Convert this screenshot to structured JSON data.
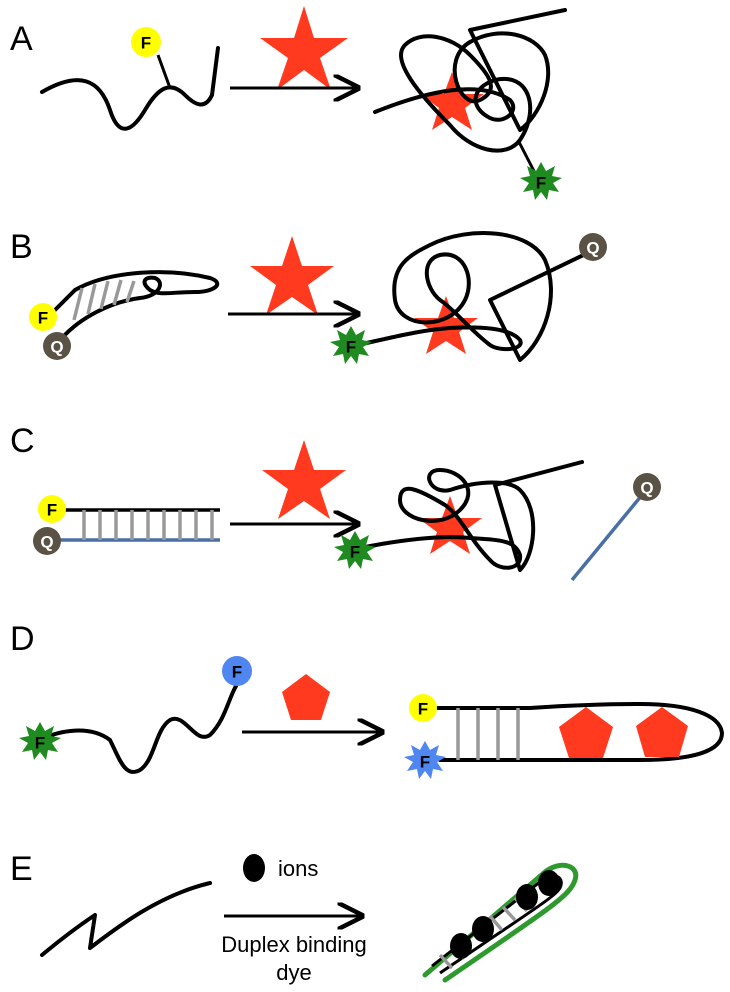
{
  "panels": [
    {
      "label": "A"
    },
    {
      "label": "B"
    },
    {
      "label": "C"
    },
    {
      "label": "D"
    },
    {
      "label": "E"
    }
  ],
  "fluorophore_letter": "F",
  "quencher_letter": "Q",
  "panel_e": {
    "ions_label": "ions",
    "dye_label_line1": "Duplex binding",
    "dye_label_line2": "dye"
  },
  "colors": {
    "target_star": "#ff3a1e",
    "fluor_yellow": "#ffff00",
    "fluor_green_burst": "#1f8a1f",
    "fluor_blue": "#4f86ef",
    "quencher": "#5a5245",
    "complement_strand": "#4a6fa5",
    "dye_green": "#2e9a2e",
    "rung_gray": "#999999"
  },
  "icons": [
    "target-star-icon",
    "target-pentagon-icon",
    "fluorophore-icon",
    "quencher-icon",
    "ion-icon"
  ]
}
